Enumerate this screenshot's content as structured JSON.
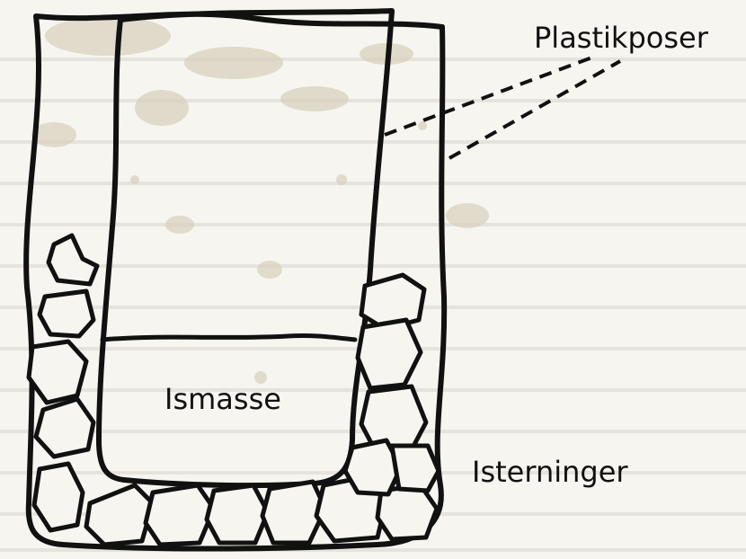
{
  "labels": {
    "plastic_bags": "Plastikposer",
    "ice_mass": "Ismasse",
    "ice_cubes": "Isterninger"
  },
  "colors": {
    "paper": "#f7f5f0",
    "rule_lines": "#e6e3dc",
    "stains": "#d9d1bf",
    "ink": "#111111"
  }
}
